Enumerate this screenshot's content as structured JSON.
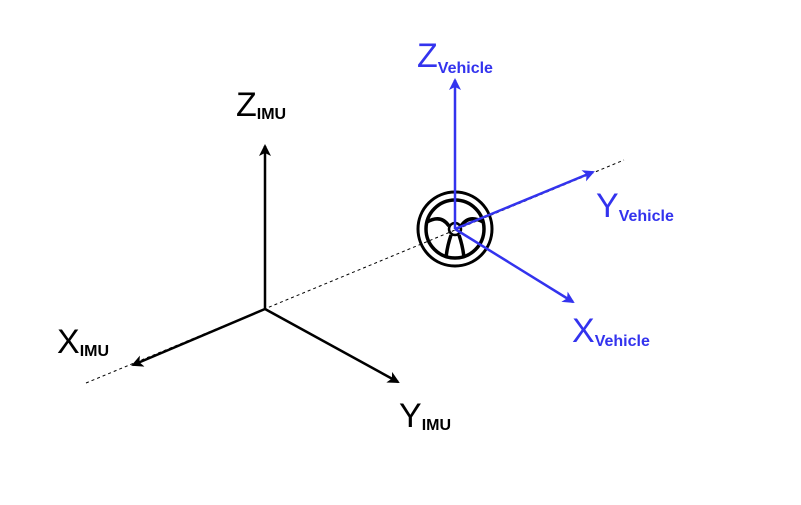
{
  "colors": {
    "imu": "#000000",
    "vehicle": "#3333ee",
    "reference_line": "#000000",
    "background": "#ffffff"
  },
  "imu_frame": {
    "x_axis": {
      "letter": "X",
      "subscript": "IMU"
    },
    "y_axis": {
      "letter": "Y",
      "subscript": "IMU"
    },
    "z_axis": {
      "letter": "Z",
      "subscript": "IMU"
    }
  },
  "vehicle_frame": {
    "x_axis": {
      "letter": "X",
      "subscript": "Vehicle"
    },
    "y_axis": {
      "letter": "Y",
      "subscript": "Vehicle"
    },
    "z_axis": {
      "letter": "Z",
      "subscript": "Vehicle"
    },
    "origin_icon": "steering-wheel-icon"
  }
}
